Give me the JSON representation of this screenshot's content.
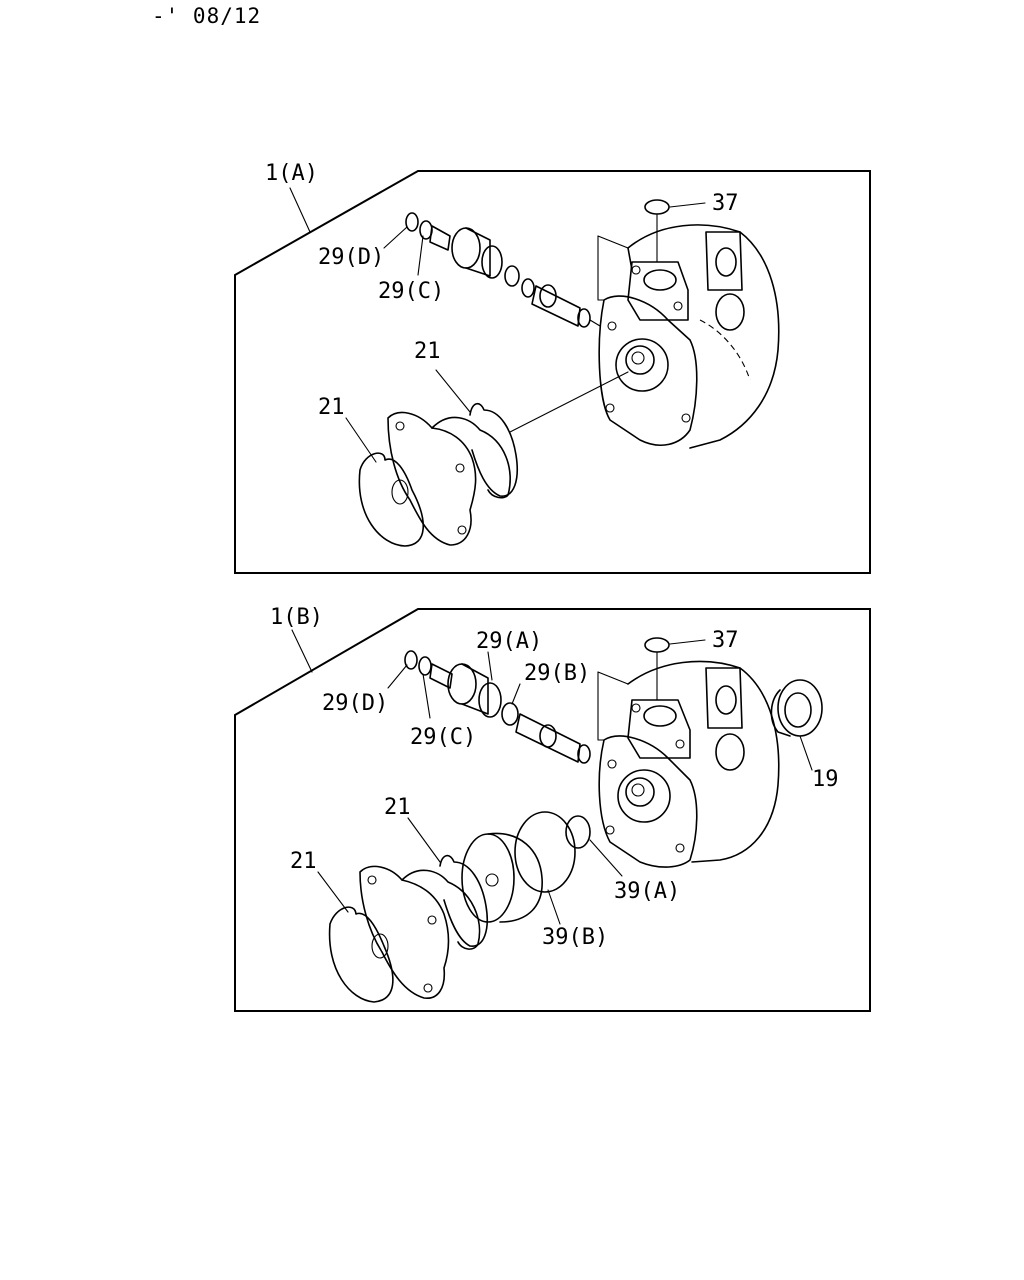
{
  "header": {
    "revision": "-' 08/12"
  },
  "panels": [
    {
      "title": "1(A)",
      "callouts": {
        "c37": "37",
        "c29d": "29(D)",
        "c29c": "29(C)",
        "c21a": "21",
        "c21b": "21"
      }
    },
    {
      "title": "1(B)",
      "callouts": {
        "c37": "37",
        "c29a": "29(A)",
        "c29b": "29(B)",
        "c29d": "29(D)",
        "c29c": "29(C)",
        "c19": "19",
        "c21a": "21",
        "c21b": "21",
        "c39a": "39(A)",
        "c39b": "39(B)"
      }
    }
  ]
}
